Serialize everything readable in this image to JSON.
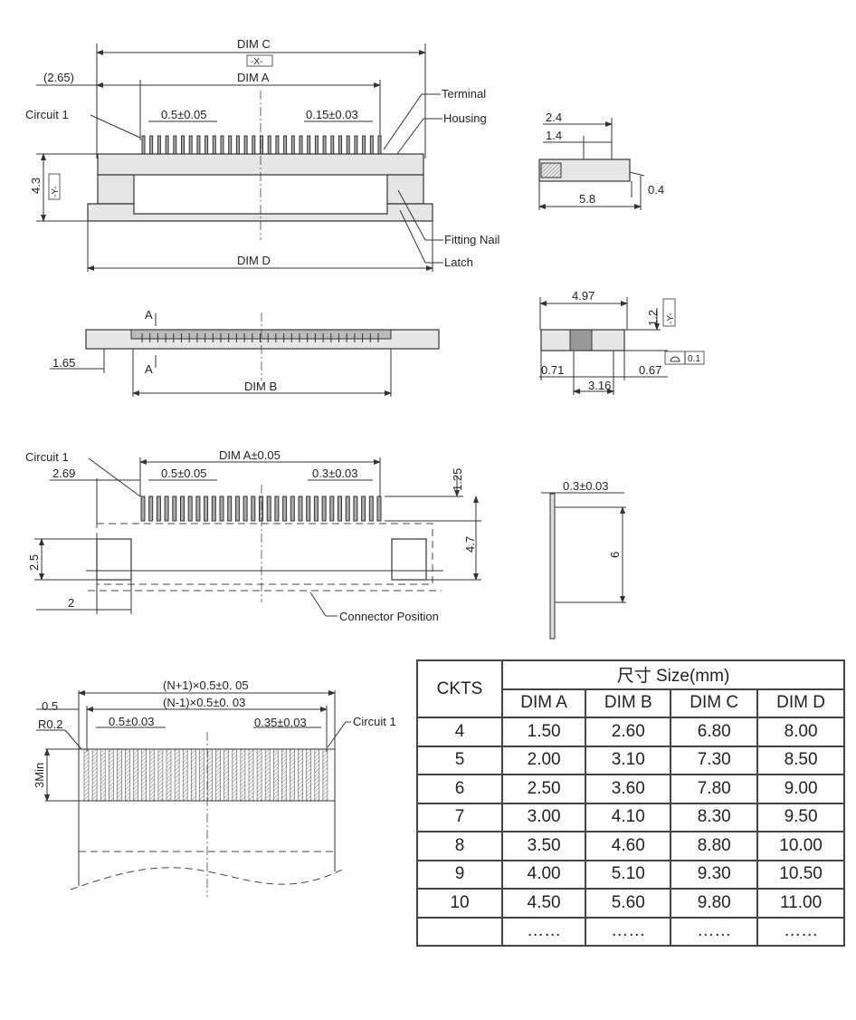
{
  "top_view": {
    "dim_c": "DIM C",
    "datum_x": "-X-",
    "offset": "(2.65)",
    "dim_a": "DIM A",
    "circuit1": "Circuit 1",
    "pitch": "0.5±0.05",
    "pin_width": "0.15±0.03",
    "terminal": "Terminal",
    "housing": "Housing",
    "height": "4.3",
    "datum_y": "-Y-",
    "fitting_nail": "Fitting Nail",
    "latch": "Latch",
    "dim_d": "DIM D"
  },
  "side_view": {
    "d1": "2.4",
    "d2": "1.4",
    "d3": "5.8",
    "d4": "0.4"
  },
  "front_view": {
    "section_a": "A",
    "d_left": "1.65",
    "dim_b": "DIM B"
  },
  "end_view": {
    "width": "4.97",
    "height": "1.2",
    "datum_y": "-Y-",
    "flatness": "0.1",
    "d1": "0.71",
    "d2": "0.67",
    "d3": "3.16"
  },
  "pcb_layout": {
    "circuit1": "Circuit 1",
    "dim_a": "DIM A±0.05",
    "offset": "2.69",
    "pitch": "0.5±0.05",
    "pad_width": "0.3±0.03",
    "pad_len": "1.25",
    "total": "4.7",
    "nail_h": "2.5",
    "nail_w": "2",
    "connector_position": "Connector Position"
  },
  "fpc_side": {
    "thickness": "0.3±0.03",
    "length": "6"
  },
  "fpc_layout": {
    "overall": "(N+1)×0.5±0. 05",
    "span": "(N-1)×0.5±0. 03",
    "edge": "0.5",
    "radius": "R0.2",
    "pitch": "0.5±0.03",
    "width": "0.35±0.03",
    "circuit1": "Circuit 1",
    "min_len": "3Min"
  },
  "table": {
    "ckts_header": "CKTS",
    "size_header": "尺寸 Size(mm)",
    "columns": [
      "DIM A",
      "DIM B",
      "DIM C",
      "DIM D"
    ],
    "rows": [
      [
        "4",
        "1.50",
        "2.60",
        "6.80",
        "8.00"
      ],
      [
        "5",
        "2.00",
        "3.10",
        "7.30",
        "8.50"
      ],
      [
        "6",
        "2.50",
        "3.60",
        "7.80",
        "9.00"
      ],
      [
        "7",
        "3.00",
        "4.10",
        "8.30",
        "9.50"
      ],
      [
        "8",
        "3.50",
        "4.60",
        "8.80",
        "10.00"
      ],
      [
        "9",
        "4.00",
        "5.10",
        "9.30",
        "10.50"
      ],
      [
        "10",
        "4.50",
        "5.60",
        "9.80",
        "11.00"
      ],
      [
        "",
        "……",
        "……",
        "……",
        "……"
      ]
    ]
  }
}
